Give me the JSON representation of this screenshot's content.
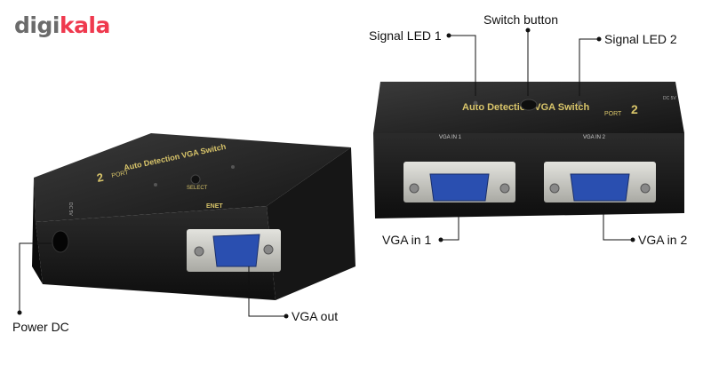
{
  "brand": {
    "part1": "digi",
    "part2": "kala",
    "color_gray": "#6b6b6b",
    "color_red": "#ef394e"
  },
  "device_left": {
    "title": "Auto Detection VGA Switch",
    "port_badge": "2",
    "port_text": "PORT",
    "select_text": "SELECT",
    "side_text": "DC 5V",
    "brand_mark": "ENET"
  },
  "device_right": {
    "title": "Auto Detection VGA Switch",
    "port_badge": "2",
    "port_text": "PORT",
    "in1_text": "VGA IN 1",
    "in2_text": "VGA IN 2",
    "side_text": "DC 5V"
  },
  "callouts": {
    "switch_button": "Switch button",
    "signal_led_1": "Signal LED 1",
    "signal_led_2": "Signal LED 2",
    "vga_in_1": "VGA in 1",
    "vga_in_2": "VGA in 2",
    "vga_out": "VGA out",
    "power_dc": "Power DC"
  },
  "colors": {
    "body": "#1a1a1a",
    "port_blue": "#2a4fb0",
    "metal": "#c9c9c4",
    "text_gold": "#d9c56a"
  }
}
